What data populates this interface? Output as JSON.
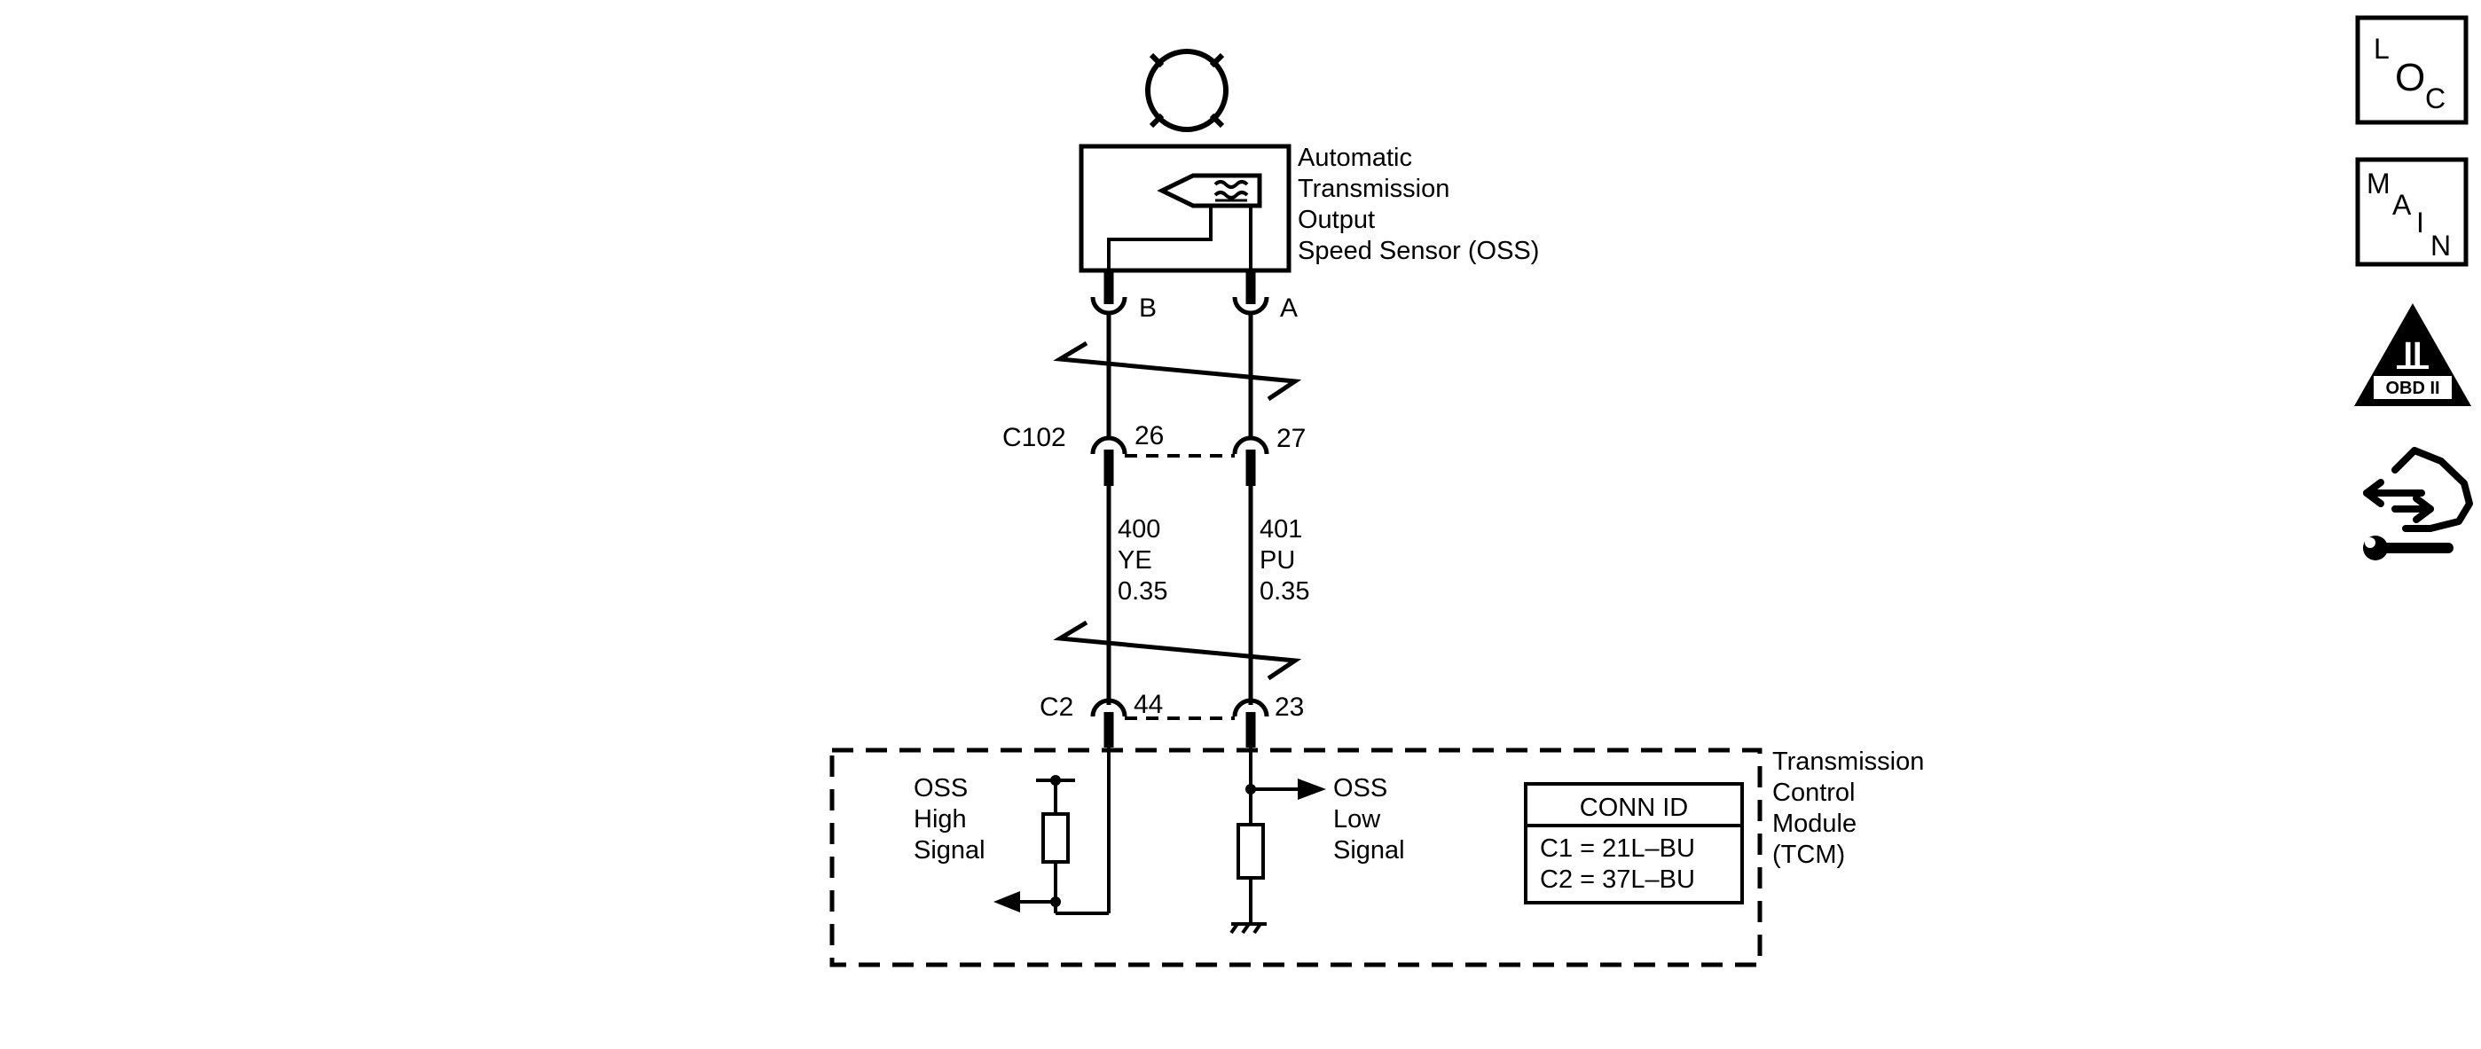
{
  "sensor": {
    "lines": [
      "Automatic",
      "Transmission",
      "Output",
      "Speed Sensor (OSS)"
    ],
    "terminal_b": "B",
    "terminal_a": "A"
  },
  "connectors": {
    "c102": {
      "name": "C102",
      "pin_left": "26",
      "pin_right": "27"
    },
    "c2": {
      "name": "C2",
      "pin_left": "44",
      "pin_right": "23"
    }
  },
  "wires": {
    "left": {
      "circuit": "400",
      "color": "YE",
      "gauge": "0.35"
    },
    "right": {
      "circuit": "401",
      "color": "PU",
      "gauge": "0.35"
    }
  },
  "module": {
    "lines": [
      "Transmission",
      "Control",
      "Module",
      "(TCM)"
    ],
    "high_signal_lines": [
      "OSS",
      "High",
      "Signal"
    ],
    "low_signal_lines": [
      "OSS",
      "Low",
      "Signal"
    ],
    "conn_id": {
      "title": "CONN ID",
      "rows": [
        "C1 = 21L–BU",
        "C2 = 37L–BU"
      ]
    }
  },
  "side_icons": {
    "loc": {
      "icon": "loc-icon",
      "letters": [
        "L",
        "O",
        "C"
      ]
    },
    "main": {
      "icon": "main-icon",
      "letters": [
        "M",
        "A",
        "I",
        "N"
      ]
    },
    "obd": {
      "icon": "obd-ii-icon",
      "roman": "II",
      "text": "OBD II"
    },
    "service": {
      "icon": "hand-wrench-icon"
    }
  }
}
